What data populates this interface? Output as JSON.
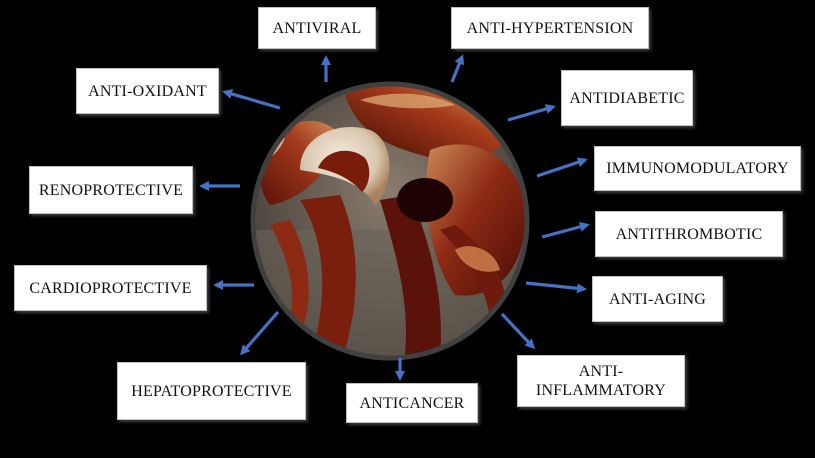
{
  "colors": {
    "background": "#000000",
    "arrow": "#4472c4",
    "box_fill": "#ffffff",
    "circle_border": "#404040"
  },
  "center": {
    "image": "reishi-mushroom-photo"
  },
  "labels": {
    "antiviral": "ANTIVIRAL",
    "anti_hypertension": "ANTI-HYPERTENSION",
    "anti_oxidant": "ANTI-OXIDANT",
    "antidiabetic": "ANTIDIABETIC",
    "renoprotective": "RENOPROTECTIVE",
    "immunomodulatory": "IMMUNOMODULATORY",
    "antithrombotic": "ANTITHROMBOTIC",
    "cardioprotective": "CARDIOPROTECTIVE",
    "anti_aging": "ANTI-AGING",
    "anti_inflammatory_line1": "ANTI-",
    "anti_inflammatory_line2": "INFLAMMATORY",
    "hepatoprotective": "HEPATOPROTECTIVE",
    "anticancer": "ANTICANCER"
  }
}
